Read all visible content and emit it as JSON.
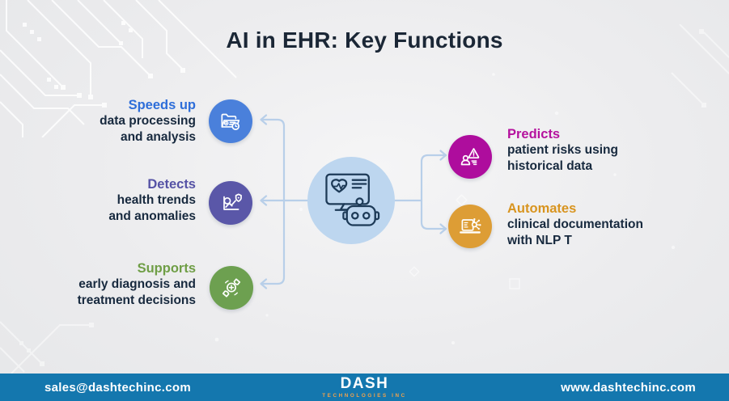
{
  "title": "AI in EHR: Key Functions",
  "colors": {
    "title_text": "#1b2736",
    "body_text": "#17293e",
    "connector": "#b8cfe9",
    "center_circle": "#bdd6ef",
    "center_icon_stroke": "#1d3a57",
    "footer_bar": "#1477ae",
    "footer_subtitle": "#f2a24b"
  },
  "center": {
    "icon": "ehr-monitor-robot-icon"
  },
  "nodes": [
    {
      "keyword": "Speeds up",
      "lines": [
        "data processing",
        "and analysis"
      ],
      "accent": "#2e6ed9",
      "circle": "#4a80db",
      "icon": "folder-clock-icon"
    },
    {
      "keyword": "Detects",
      "lines": [
        "health trends",
        "and anomalies"
      ],
      "accent": "#5552a5",
      "circle": "#5a57a8",
      "icon": "chart-magnifier-shield-icon"
    },
    {
      "keyword": "Supports",
      "lines": [
        "early diagnosis and",
        "treatment decisions"
      ],
      "accent": "#6f9e46",
      "circle": "#6da050",
      "icon": "hands-medical-cross-icon"
    },
    {
      "keyword": "Predicts",
      "lines": [
        "patient risks using",
        "historical data"
      ],
      "accent": "#b5129e",
      "circle": "#ae0d9d",
      "icon": "patient-risk-alert-icon"
    },
    {
      "keyword": "Automates",
      "lines": [
        "clinical documentation",
        "with NLP T"
      ],
      "accent": "#d8941f",
      "circle": "#dd9d35",
      "icon": "laptop-nlp-icon"
    }
  ],
  "footer": {
    "email": "sales@dashtechinc.com",
    "logo": {
      "name": "DASH",
      "subtitle": "TECHNOLOGIES INC"
    },
    "website": "www.dashtechinc.com"
  }
}
